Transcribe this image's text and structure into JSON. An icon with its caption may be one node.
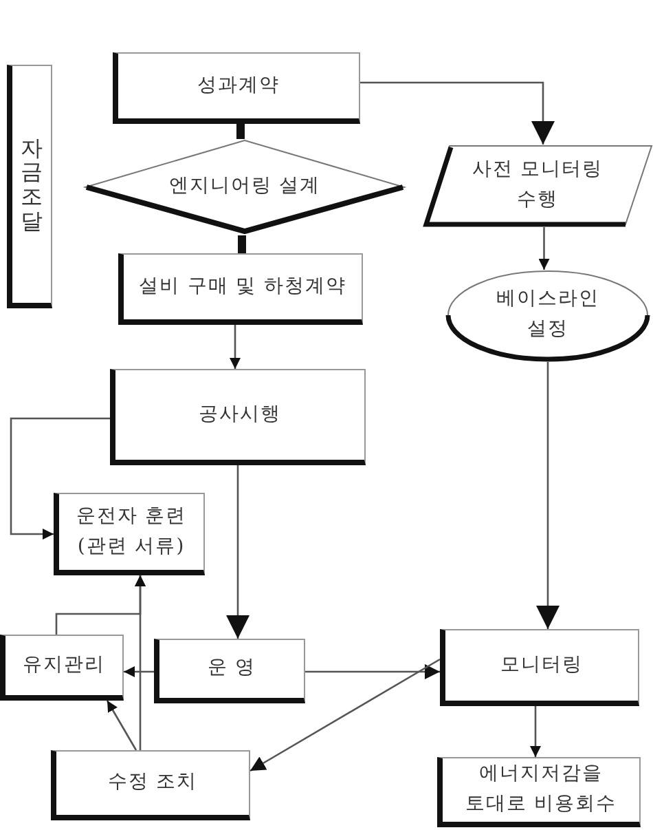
{
  "diagram": {
    "nodes": [
      {
        "text": [
          "자금조달"
        ]
      },
      {
        "text": [
          "성과계약"
        ]
      },
      {
        "text": [
          "엔지니어링 설계"
        ]
      },
      {
        "text": [
          "설비 구매 및 하청계약"
        ]
      },
      {
        "text": [
          "사전 모니터링 수행"
        ]
      },
      {
        "text": [
          "베이스라인 설정"
        ]
      },
      {
        "text": [
          "공사시행"
        ]
      },
      {
        "text": [
          "운전자 훈련 (관련 서류)"
        ]
      },
      {
        "text": [
          "유지관리"
        ]
      },
      {
        "text": [
          "운 영"
        ]
      },
      {
        "text": [
          "모니터링"
        ]
      },
      {
        "text": [
          "수정 조치"
        ]
      },
      {
        "text": [
          "에너지저감을 토대로 비용회수"
        ]
      }
    ],
    "edges": [
      {
        "from": 1,
        "to": 2,
        "arrow": "none",
        "style": "thick"
      },
      {
        "from": 2,
        "to": 3,
        "arrow": "none",
        "style": "thick"
      },
      {
        "from": 1,
        "to": 4,
        "arrow": "to"
      },
      {
        "from": 4,
        "to": 5,
        "arrow": "to"
      },
      {
        "from": 3,
        "to": 6,
        "arrow": "to"
      },
      {
        "from": 6,
        "to": 7,
        "arrow": "to"
      },
      {
        "from": 6,
        "to": 9,
        "arrow": "to"
      },
      {
        "from": 5,
        "to": 10,
        "arrow": "to"
      },
      {
        "from": 9,
        "to": 8,
        "arrow": "to"
      },
      {
        "from": 9,
        "to": 10,
        "arrow": "to"
      },
      {
        "from": 10,
        "to": 11,
        "arrow": "to"
      },
      {
        "from": 10,
        "to": 12,
        "arrow": "to"
      },
      {
        "from": 11,
        "to": 8,
        "arrow": "to"
      },
      {
        "from": 11,
        "to": 7,
        "arrow": "to"
      },
      {
        "from": 8,
        "to": 7,
        "arrow": "to"
      }
    ]
  }
}
